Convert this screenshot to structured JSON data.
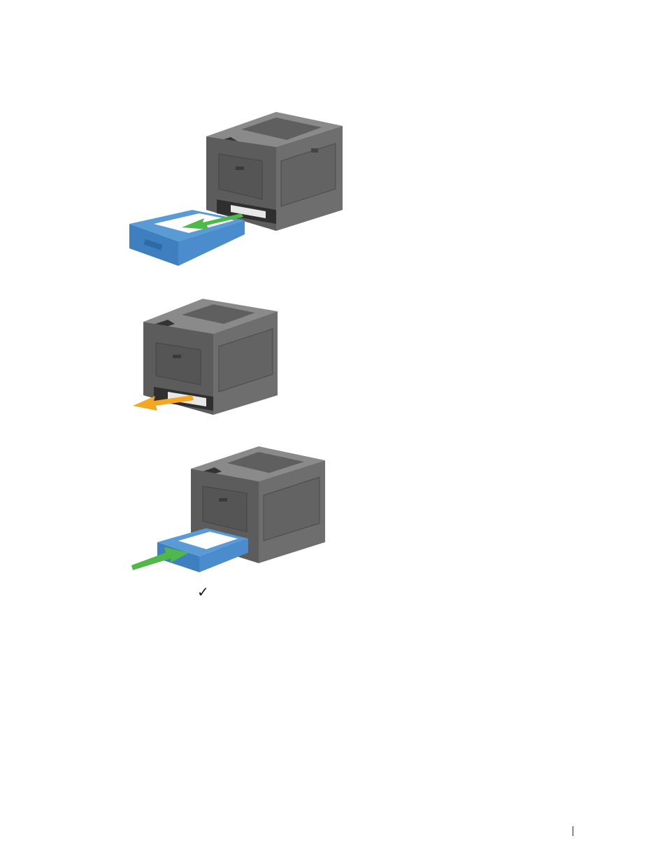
{
  "steps": [
    {
      "id": 1,
      "action": "remove-tray",
      "arrow_color": "#4fb848",
      "tray_color": "#5b9bd5"
    },
    {
      "id": 2,
      "action": "remove-jammed-paper",
      "arrow_color": "#f5a623"
    },
    {
      "id": 3,
      "action": "insert-tray",
      "arrow_color": "#4fb848",
      "tray_color": "#5b9bd5"
    }
  ],
  "checkmark": "✓",
  "colors": {
    "printer_top": "#7a7a7a",
    "printer_front": "#5c5c5c",
    "printer_side": "#6e6e6e",
    "printer_dark": "#3a3a3a",
    "paper": "#ffffff",
    "tray_blue": "#5b9bd5",
    "tray_blue_dark": "#3f7fc0",
    "green_arrow": "#4fb848",
    "orange_arrow": "#f5a623"
  }
}
